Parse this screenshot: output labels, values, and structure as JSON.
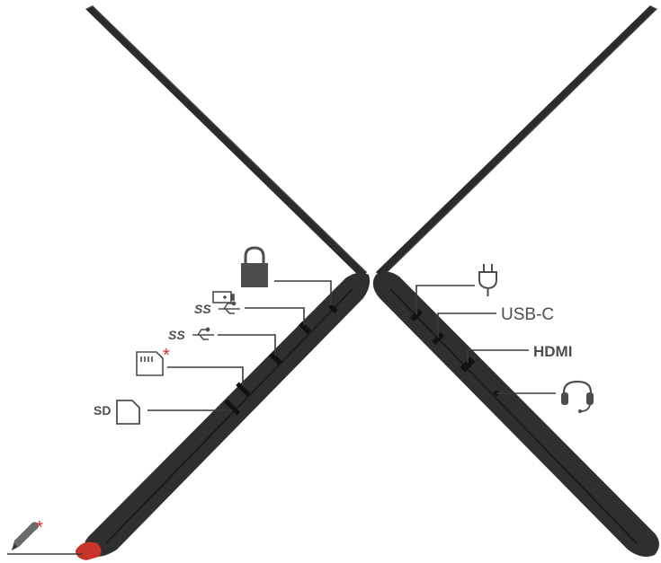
{
  "labels": {
    "usb_c": "USB-C",
    "hdmi": "HDMI",
    "sd": "SD",
    "ss_a": "SS",
    "ss_b": "SS",
    "optional_mark_1": "*",
    "optional_mark_2": "*"
  },
  "icons": [
    "lock-icon",
    "battery-charge-icon",
    "usb-icon",
    "usb-icon",
    "micro-sd-card-icon",
    "sd-card-icon",
    "power-plug-icon",
    "headset-icon",
    "pen-icon"
  ],
  "colors": {
    "chassis": "#2f2f2f",
    "edge": "#1c1c1c",
    "callout": "#3a3a3a",
    "accent": "#d42a2a",
    "pen_tip": "#c8332a"
  }
}
